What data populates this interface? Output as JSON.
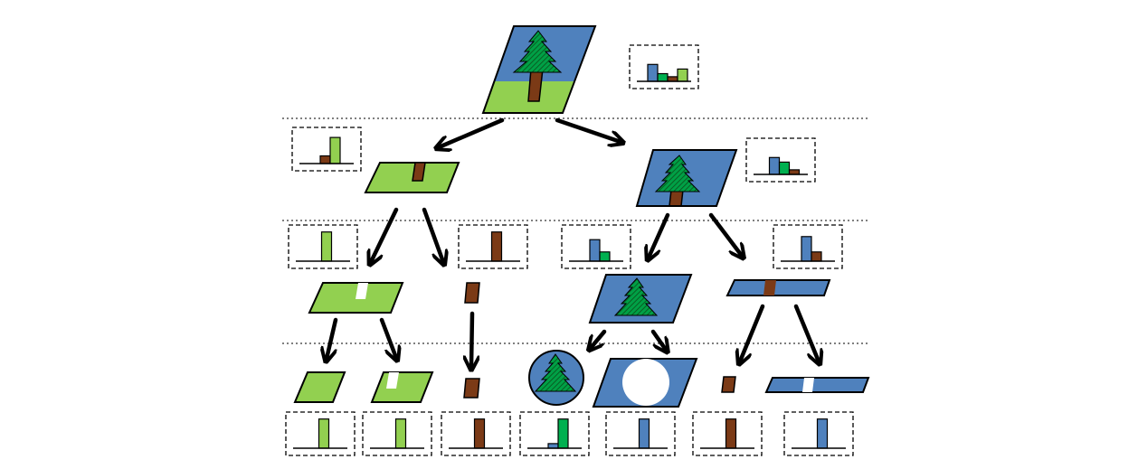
{
  "colors": {
    "sky": "#4f81bd",
    "grass": "#92d050",
    "trunk": "#7b3a16",
    "foliage": "#00b050",
    "foliage_dark": "#0b5d1e",
    "dash": "#555555",
    "outline": "#000000"
  },
  "tree": {
    "root": {
      "shape": "full-scene",
      "histogram": [
        {
          "color": "sky",
          "level": 0.55
        },
        {
          "color": "foliage",
          "level": 0.25
        },
        {
          "color": "trunk",
          "level": 0.15
        },
        {
          "color": "grass",
          "level": 0.4
        }
      ],
      "children": [
        {
          "shape": "grass-with-trunk",
          "histogram": [
            {
              "color": "trunk",
              "level": 0.25
            },
            {
              "color": "grass",
              "level": 0.85
            }
          ],
          "children": [
            {
              "shape": "grass-with-gap",
              "histogram": [
                {
                  "color": "grass",
                  "level": 0.95
                }
              ],
              "children": [
                {
                  "shape": "grass-left-piece",
                  "histogram": [
                    {
                      "color": "grass",
                      "level": 0.95
                    }
                  ]
                },
                {
                  "shape": "grass-right-piece",
                  "histogram": [
                    {
                      "color": "grass",
                      "level": 0.95
                    }
                  ]
                }
              ]
            },
            {
              "shape": "trunk-piece",
              "histogram": [
                {
                  "color": "trunk",
                  "level": 0.95
                }
              ],
              "children": [
                {
                  "shape": "trunk-piece",
                  "histogram": [
                    {
                      "color": "trunk",
                      "level": 0.95
                    }
                  ]
                }
              ]
            }
          ]
        },
        {
          "shape": "sky-with-tree",
          "histogram": [
            {
              "color": "sky",
              "level": 0.55
            },
            {
              "color": "foliage",
              "level": 0.4
            },
            {
              "color": "trunk",
              "level": 0.15
            }
          ],
          "children": [
            {
              "shape": "sky-with-tree",
              "histogram": [
                {
                  "color": "sky",
                  "level": 0.7
                },
                {
                  "color": "foliage",
                  "level": 0.3
                }
              ],
              "children": [
                {
                  "shape": "tree-circle",
                  "histogram": [
                    {
                      "color": "sky",
                      "level": 0.15
                    },
                    {
                      "color": "foliage",
                      "level": 0.95
                    }
                  ]
                },
                {
                  "shape": "sky-with-hole",
                  "histogram": [
                    {
                      "color": "sky",
                      "level": 0.95
                    }
                  ]
                }
              ]
            },
            {
              "shape": "sky-strip-with-trunk",
              "histogram": [
                {
                  "color": "sky",
                  "level": 0.8
                },
                {
                  "color": "trunk",
                  "level": 0.3
                }
              ],
              "children": [
                {
                  "shape": "small-trunk",
                  "histogram": [
                    {
                      "color": "trunk",
                      "level": 0.95
                    }
                  ]
                },
                {
                  "shape": "sky-strip-with-gap",
                  "histogram": [
                    {
                      "color": "sky",
                      "level": 0.95
                    }
                  ]
                }
              ]
            }
          ]
        }
      ]
    }
  }
}
